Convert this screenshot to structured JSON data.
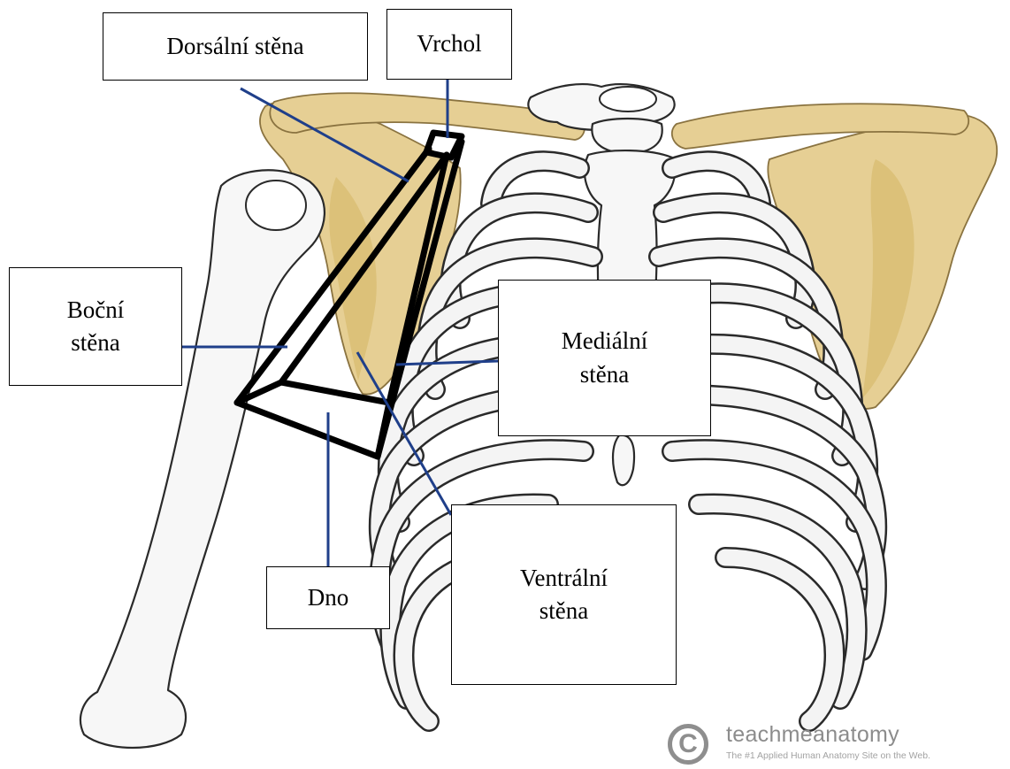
{
  "labels": {
    "dorsal": "Dorsální stěna",
    "apex": "Vrchol",
    "lateral": "Boční\nstěna",
    "medial": "Mediální\nstěna",
    "floor": "Dno",
    "ventral": "Ventrální\nstěna"
  },
  "watermark": {
    "symbol": "C",
    "name": "teachmeanatomy",
    "tagline": "The #1 Applied Human Anatomy Site on the Web."
  },
  "colors": {
    "bone_yellow": "#e6cf94",
    "bone_white": "#f7f7f7",
    "leader_line": "#1f3f8a",
    "outline": "#000000"
  }
}
